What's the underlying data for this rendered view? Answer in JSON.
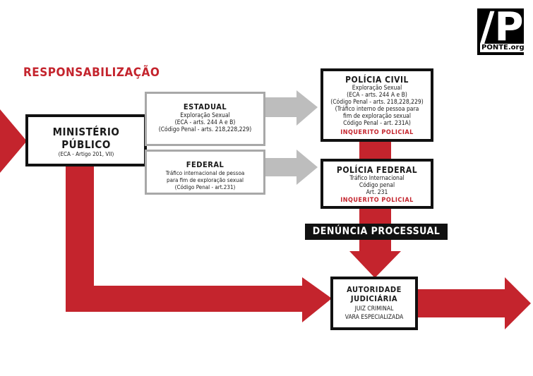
{
  "heading": "RESPONSABILIZAÇÃO",
  "logo": {
    "mark": "/P",
    "site": "PONTE.org"
  },
  "ministerio": {
    "title_1": "MINISTÉRIO",
    "title_2": "PÚBLICO",
    "sub": "(ECA - Artigo 201, VII)"
  },
  "estadual": {
    "title": "ESTADUAL",
    "line_1": "Exploração Sexual",
    "line_2": "(ECA - arts. 244 A e B)",
    "line_3": "(Código Penal - arts. 218,228,229)"
  },
  "federal": {
    "title": "FEDERAL",
    "line_1": "Tráfico internacional de pessoa",
    "line_2": "para fim de exploração sexual",
    "line_3": "(Código Penal - art.231)"
  },
  "policia_civil": {
    "title": "POLÍCIA CIVIL",
    "line_1": "Exploração Sexual",
    "line_2": "(ECA - arts. 244 A e B)",
    "line_3": "(Código Penal - arts. 218,228,229)",
    "line_4": "(Tráfico interno de pessoa para",
    "line_5": "fim de exploração sexual",
    "line_6": "Código Penal - art. 231A)",
    "inquerito": "INQUERITO POLICIAL"
  },
  "policia_federal": {
    "title": "POLÍCIA FEDERAL",
    "line_1": "Tráfico Internacional",
    "line_2": "Código penal",
    "line_3": "Art. 231",
    "inquerito": "INQUERITO POLICIAL"
  },
  "denuncia": "DENÚNCIA PROCESSUAL",
  "autoridade": {
    "title_1": "AUTORIDADE",
    "title_2": "JUDICIÁRIA",
    "line_1": "JUIZ CRIMINAL",
    "line_2": "VARA ESPECIALIZADA"
  },
  "colors": {
    "red": "#c4242d",
    "grey_arrow": "#bdbdbd",
    "grey_border": "#a8a8a8",
    "black": "#111111"
  }
}
